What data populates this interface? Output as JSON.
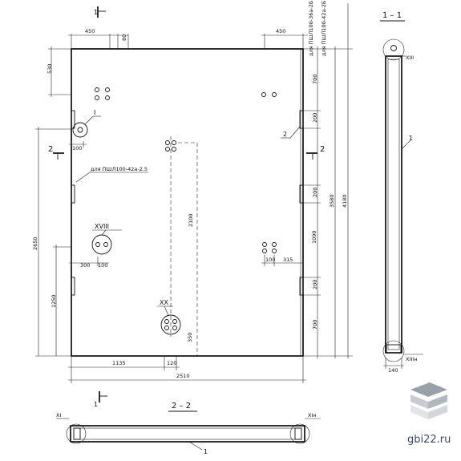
{
  "dimensions": {
    "top_left": "450",
    "top_80": "80",
    "top_right": "450",
    "left_530": "530",
    "left_2650": "2650",
    "left_1250": "1250",
    "right_700_top": "700",
    "right_200_a": "200",
    "right_200_b": "200",
    "right_1090": "1090",
    "right_200_c": "200",
    "right_700_bottom": "700",
    "overall_3580": "3580",
    "overall_4180": "4180",
    "center_2100": "2100",
    "center_350": "350",
    "bottom_1135": "1135",
    "bottom_120": "120",
    "bottom_2510": "2510",
    "mid_300": "300",
    "mid_100_a": "100",
    "mid_100_b": "100",
    "mid_315": "315",
    "left_100": "100",
    "section_140": "140"
  },
  "labels": {
    "node_I": "I",
    "node_XVIII": "XVIII",
    "node_XX": "XX",
    "node_XIII": "XIII",
    "node_XIIIn": "XIIIн",
    "node_XI": "XI",
    "node_XIn": "XIн",
    "pos_2": "2",
    "pos_1_section": "1",
    "pos_1_bottom": "1",
    "vertical_note_1": "для ПШЛ100-36а-2Б",
    "vertical_note_2": "для ПШЛ100-42а-2Б",
    "horizontal_note": "для ПШЛ100-42а-2.5",
    "cut_1_top": "1",
    "cut_1_bottom": "1",
    "cut_2_left": "2",
    "cut_2_right": "2"
  },
  "section_titles": {
    "section_1": "1 – 1",
    "section_2": "2 – 2"
  },
  "watermark": {
    "text": "gbi22.ru",
    "colors": {
      "top": "#9aa0a8",
      "mid": "#c8ccd2",
      "low": "#e2e4e8"
    }
  }
}
